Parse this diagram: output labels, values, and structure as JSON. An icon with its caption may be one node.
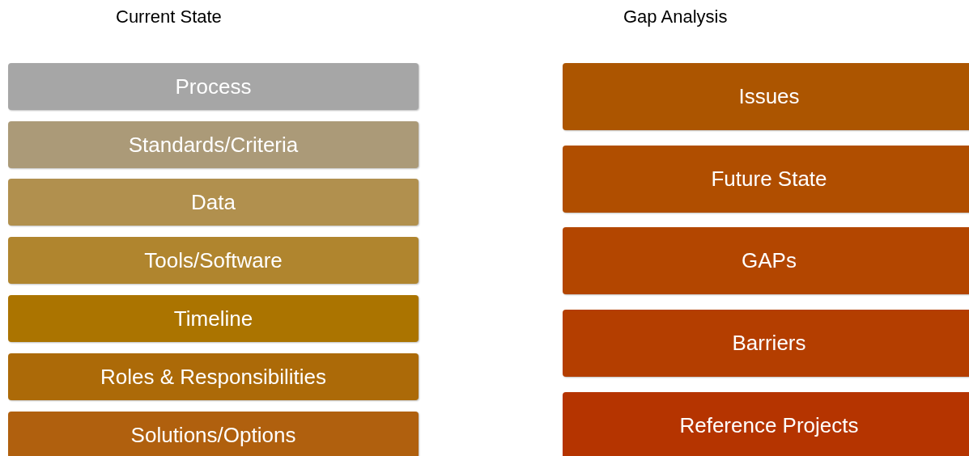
{
  "diagram": {
    "nodes": [
      {
        "text": [
          "Process"
        ]
      },
      {
        "text": [
          "Standards/Criteria"
        ]
      },
      {
        "text": [
          "Data"
        ]
      },
      {
        "text": [
          "Tools/Software"
        ]
      },
      {
        "text": [
          "Timeline"
        ]
      },
      {
        "text": [
          "Roles & Responsibilities"
        ]
      },
      {
        "text": [
          "Solutions/Options"
        ]
      },
      {
        "text": [
          "Issues"
        ]
      },
      {
        "text": [
          "Future State"
        ]
      },
      {
        "text": [
          "GAPs"
        ]
      },
      {
        "text": [
          "Barriers"
        ]
      },
      {
        "text": [
          "Reference Projects"
        ]
      }
    ],
    "labels": [
      "Current State",
      "Gap Analysis"
    ]
  }
}
